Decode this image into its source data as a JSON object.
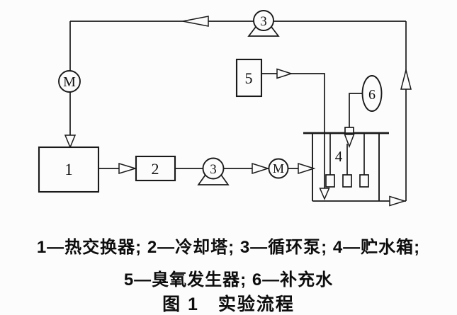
{
  "figure": {
    "type": "process-flow-diagram",
    "diagram": {
      "labels": {
        "heat_exchanger": "1",
        "cooling_tower": "2",
        "pump_top": "3",
        "pump_mid": "3",
        "storage_tank": "4",
        "ozone_generator": "5",
        "makeup_water": "6",
        "motor_left": "M",
        "motor_mid": "M"
      }
    },
    "legend": {
      "line1": "1—热交换器; 2—冷却塔; 3—循环泵; 4—贮水箱;",
      "line2": "5—臭氧发生器; 6—补充水"
    },
    "caption": "图 1　实验流程",
    "colors": {
      "ink": "#1a1a1a",
      "paper": "#fcfcfc"
    }
  }
}
